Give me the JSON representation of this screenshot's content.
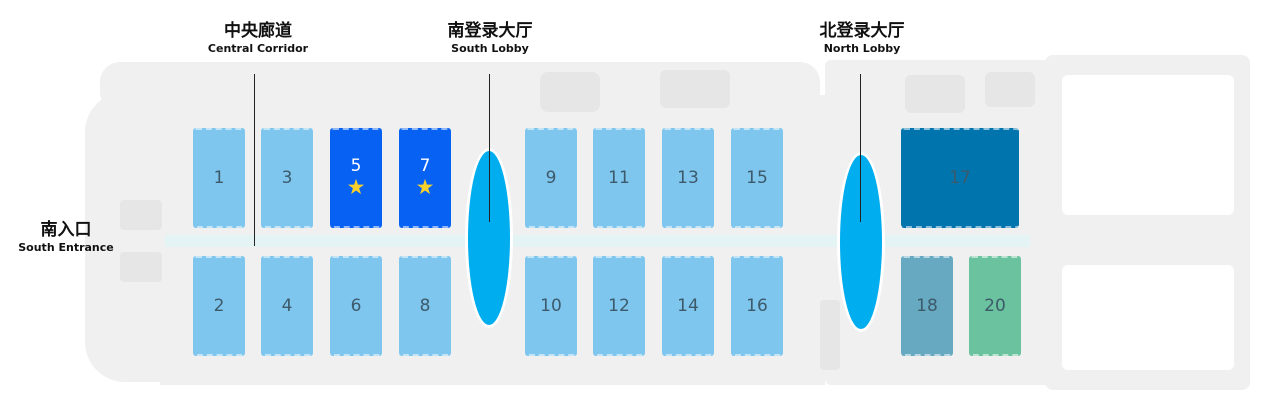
{
  "colors": {
    "hall_default": "#7ec6ee",
    "hall_highlight": "#0761f2",
    "hall_17": "#0074ad",
    "hall_18": "#66a9c1",
    "hall_20": "#6bc29e",
    "lobby": "#00aeef",
    "star": "#f7d12b",
    "corridor": "#e4f3f3"
  },
  "halls": [
    {
      "id": "1",
      "label": "1",
      "highlight": false,
      "star": false
    },
    {
      "id": "3",
      "label": "3",
      "highlight": false,
      "star": false
    },
    {
      "id": "5",
      "label": "5",
      "highlight": true,
      "star": true
    },
    {
      "id": "7",
      "label": "7",
      "highlight": true,
      "star": true
    },
    {
      "id": "9",
      "label": "9",
      "highlight": false,
      "star": false
    },
    {
      "id": "11",
      "label": "11",
      "highlight": false,
      "star": false
    },
    {
      "id": "13",
      "label": "13",
      "highlight": false,
      "star": false
    },
    {
      "id": "15",
      "label": "15",
      "highlight": false,
      "star": false
    },
    {
      "id": "17",
      "label": "17",
      "highlight": false,
      "star": false
    },
    {
      "id": "2",
      "label": "2",
      "highlight": false,
      "star": false
    },
    {
      "id": "4",
      "label": "4",
      "highlight": false,
      "star": false
    },
    {
      "id": "6",
      "label": "6",
      "highlight": false,
      "star": false
    },
    {
      "id": "8",
      "label": "8",
      "highlight": false,
      "star": false
    },
    {
      "id": "10",
      "label": "10",
      "highlight": false,
      "star": false
    },
    {
      "id": "12",
      "label": "12",
      "highlight": false,
      "star": false
    },
    {
      "id": "14",
      "label": "14",
      "highlight": false,
      "star": false
    },
    {
      "id": "16",
      "label": "16",
      "highlight": false,
      "star": false
    },
    {
      "id": "18",
      "label": "18",
      "highlight": false,
      "star": false
    },
    {
      "id": "20",
      "label": "20",
      "highlight": false,
      "star": false
    }
  ],
  "star_glyph": "★",
  "labels": {
    "central_corridor": {
      "zh": "中央廊道",
      "en": "Central Corridor"
    },
    "south_lobby": {
      "zh": "南登录大厅",
      "en": "South Lobby"
    },
    "north_lobby": {
      "zh": "北登录大厅",
      "en": "North Lobby"
    },
    "south_entrance": {
      "zh": "南入口",
      "en": "South Entrance"
    }
  }
}
